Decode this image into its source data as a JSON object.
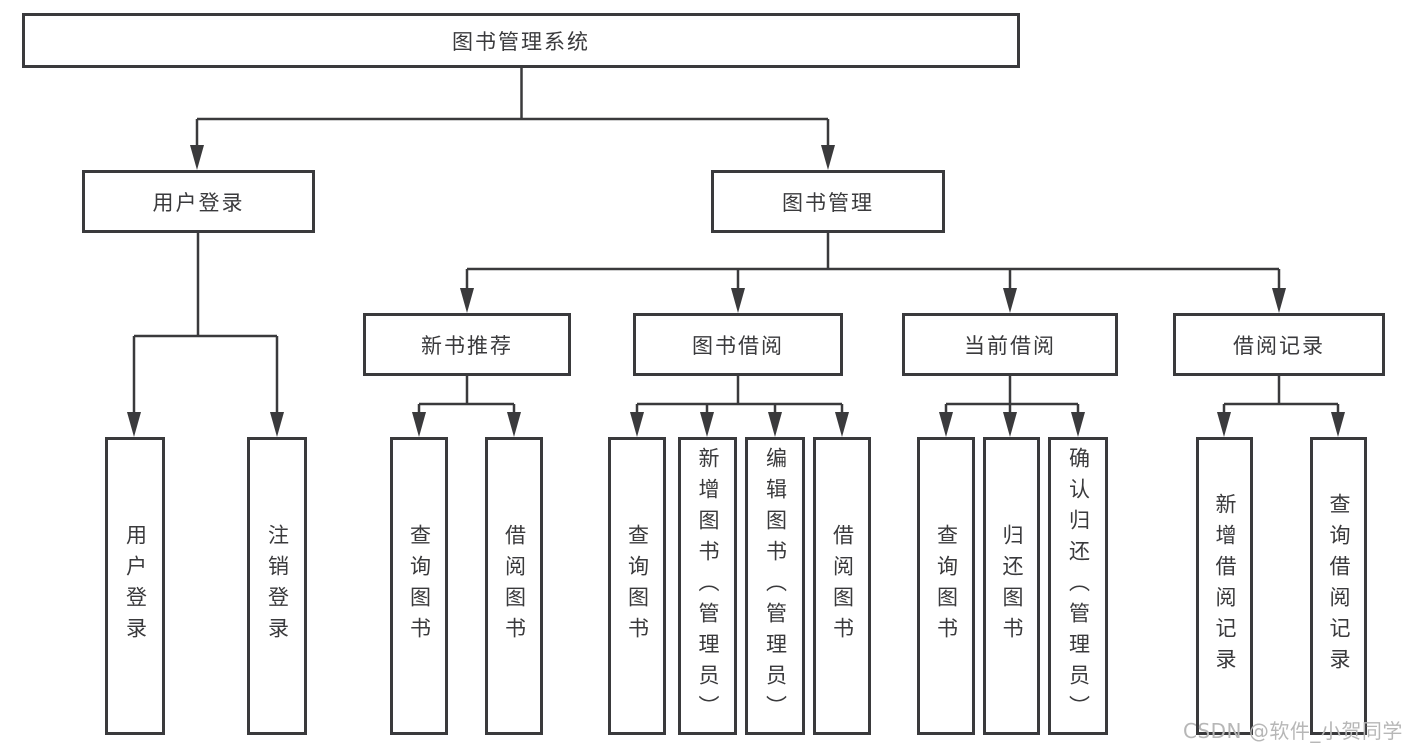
{
  "diagram_type": "tree",
  "watermark": "CSDN @软件_小贺同学",
  "colors": {
    "line": "#3a3a3c",
    "text": "#3a3a3c",
    "box_background": "#ffffff",
    "page_background": "#ffffff",
    "watermark": "#b7b7b7"
  },
  "tree": {
    "label": "图书管理系统",
    "children": [
      {
        "label": "用户登录",
        "children": [
          {
            "label": "用户登录"
          },
          {
            "label": "注销登录"
          }
        ]
      },
      {
        "label": "图书管理",
        "children": [
          {
            "label": "新书推荐",
            "children": [
              {
                "label": "查询图书"
              },
              {
                "label": "借阅图书"
              }
            ]
          },
          {
            "label": "图书借阅",
            "children": [
              {
                "label": "查询图书"
              },
              {
                "label": "新增图书（管理员）"
              },
              {
                "label": "编辑图书（管理员）"
              },
              {
                "label": "借阅图书"
              }
            ]
          },
          {
            "label": "当前借阅",
            "children": [
              {
                "label": "查询图书"
              },
              {
                "label": "归还图书"
              },
              {
                "label": "确认归还（管理员）"
              }
            ]
          },
          {
            "label": "借阅记录",
            "children": [
              {
                "label": "新增借阅记录"
              },
              {
                "label": "查询借阅记录"
              }
            ]
          }
        ]
      }
    ]
  }
}
